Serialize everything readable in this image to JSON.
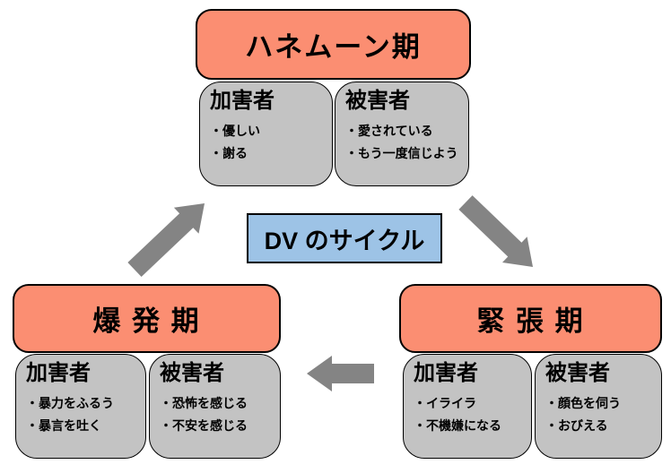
{
  "center_label": "DV のサイクル",
  "colors": {
    "background": "#FFFFFF",
    "text": "#000000",
    "border": "#000000",
    "stage_fill": "#FB8E72",
    "center_fill": "#9DC3E6",
    "role_fill": "#C3C3C3",
    "arrow_fill": "#848484"
  },
  "stages": [
    {
      "id": "honeymoon",
      "title": "ハネムーン期",
      "perpetrator": {
        "heading": "加害者",
        "items": [
          "・優しい",
          "・謝る"
        ]
      },
      "victim": {
        "heading": "被害者",
        "items": [
          "・愛されている",
          "・もう一度信じよう"
        ]
      }
    },
    {
      "id": "tension",
      "title": "緊 張 期",
      "perpetrator": {
        "heading": "加害者",
        "items": [
          "・イライラ",
          "・不機嫌になる"
        ]
      },
      "victim": {
        "heading": "被害者",
        "items": [
          "・顔色を伺う",
          "・おびえる"
        ]
      }
    },
    {
      "id": "explosion",
      "title": "爆 発 期",
      "perpetrator": {
        "heading": "加害者",
        "items": [
          "・暴力をふるう",
          "・暴言を吐く"
        ]
      },
      "victim": {
        "heading": "被害者",
        "items": [
          "・恐怖を感じる",
          "・不安を感じる"
        ]
      }
    }
  ],
  "arrows": [
    {
      "name": "honeymoon-to-tension",
      "direction": "down-right"
    },
    {
      "name": "tension-to-explosion",
      "direction": "left"
    },
    {
      "name": "explosion-to-honeymoon",
      "direction": "up-right"
    }
  ]
}
